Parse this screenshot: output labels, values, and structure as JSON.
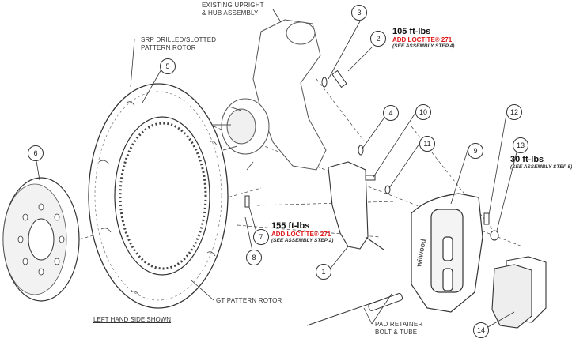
{
  "labels": {
    "upright": [
      "EXISTING UPRIGHT",
      "& HUB ASSEMBLY"
    ],
    "rotor_srp": [
      "SRP DRILLED/SLOTTED",
      "PATTERN ROTOR"
    ],
    "rotor_gt": "GT PATTERN ROTOR",
    "pad_retainer": [
      "PAD RETAINER",
      "BOLT & TUBE"
    ],
    "side_note": "LEFT HAND SIDE SHOWN"
  },
  "torque": [
    {
      "value": "105 ft-lbs",
      "loctite": "ADD LOCTITE® 271",
      "note": "(SEE ASSEMBLY STEP 4)"
    },
    {
      "value": "155 ft-lbs",
      "loctite": "ADD LOCTITE® 271",
      "note": "(SEE ASSEMBLY STEP 2)"
    },
    {
      "value": "30 ft-lbs",
      "loctite": "",
      "note": "(SEE ASSEMBLY STEP 5)"
    }
  ],
  "callouts": [
    "1",
    "2",
    "3",
    "4",
    "5",
    "6",
    "7",
    "8",
    "9",
    "10",
    "11",
    "12",
    "13",
    "14"
  ],
  "colors": {
    "line": "#333333",
    "loctite_red": "#e0191b",
    "part_fill": "#ffffff",
    "shade": "#e6e6e6"
  },
  "caliper_text": "wilwood"
}
